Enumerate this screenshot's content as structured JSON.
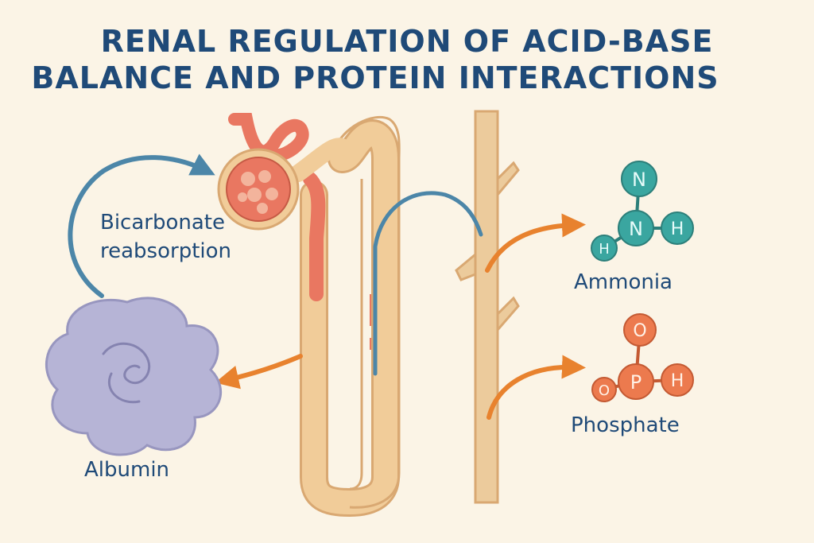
{
  "title": {
    "line1": "RENAL REGULATION OF ACID-BASE",
    "line2": "BALANCE AND PROTEIN INTERACTIONS"
  },
  "labels": {
    "bicarbonate_line1": "Bicarbonate",
    "bicarbonate_line2": "reabsorption",
    "ammonia": "Ammonia",
    "phosphate": "Phosphate",
    "albumin": "Albumin"
  },
  "ammonia_atoms": {
    "n_top": "N",
    "n_center": "N",
    "h_left": "H",
    "h_right": "H"
  },
  "phosphate_atoms": {
    "o_top": "O",
    "o_left": "O",
    "p_center": "P",
    "h_right": "H"
  },
  "colors": {
    "background": "#fbf4e6",
    "title": "#1f4a78",
    "tubule": "#f1cc99",
    "tubule_outline": "#d9a872",
    "glomerulus": "#e97761",
    "vessel": "#eccb9c",
    "blue_arrow": "#4c86a8",
    "orange_arrow": "#e8822e",
    "albumin": "#b6b4d6",
    "ammonia_atom": "#3aa6a0",
    "phosphate_atom": "#ec7a4e"
  }
}
